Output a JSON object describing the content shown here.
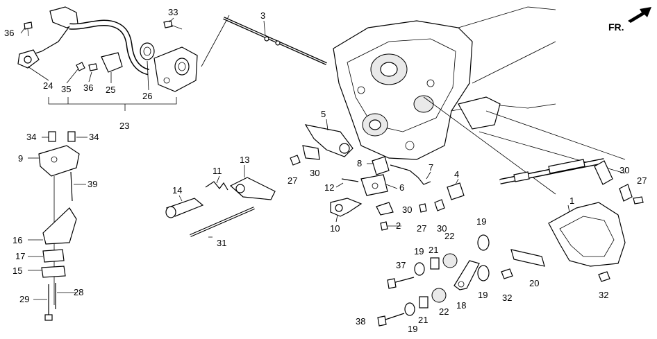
{
  "diagram": {
    "direction_marker": "FR.",
    "labels": {
      "p1": "1",
      "p2": "2",
      "p3": "3",
      "p4": "4",
      "p5": "5",
      "p6": "6",
      "p7": "7",
      "p8": "8",
      "p9": "9",
      "p10": "10",
      "p11": "11",
      "p12": "12",
      "p13": "13",
      "p14": "14",
      "p15": "15",
      "p16": "16",
      "p17": "17",
      "p18": "18",
      "p19a": "19",
      "p19b": "19",
      "p19c": "19",
      "p19d": "19",
      "p20": "20",
      "p21a": "21",
      "p21b": "21",
      "p22a": "22",
      "p22b": "22",
      "p23": "23",
      "p24": "24",
      "p25": "25",
      "p26": "26",
      "p27a": "27",
      "p27b": "27",
      "p27c": "27",
      "p28": "28",
      "p29": "29",
      "p30a": "30",
      "p30b": "30",
      "p30c": "30",
      "p30d": "30",
      "p31": "31",
      "p32a": "32",
      "p32b": "32",
      "p33": "33",
      "p34a": "34",
      "p34b": "34",
      "p35": "35",
      "p36a": "36",
      "p36b": "36",
      "p37": "37",
      "p38": "38",
      "p39": "39"
    }
  }
}
